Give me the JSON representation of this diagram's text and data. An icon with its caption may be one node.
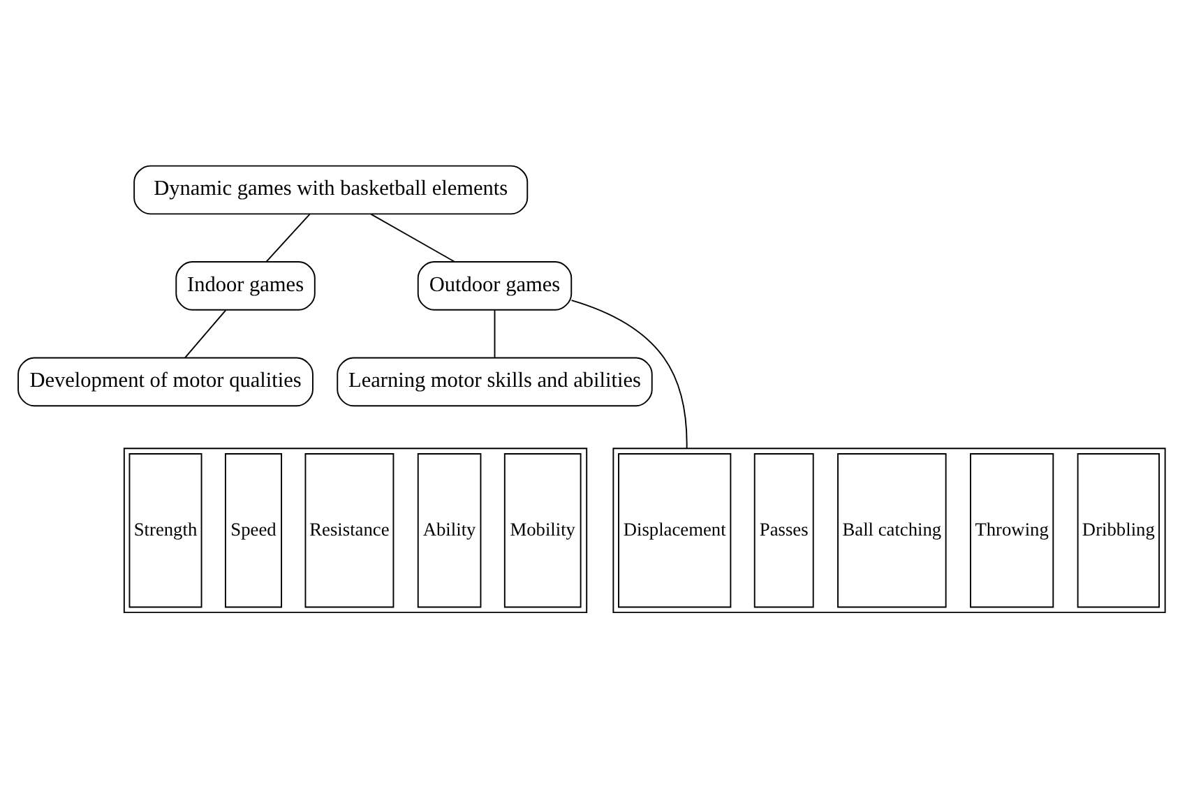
{
  "diagram": {
    "nodes": [
      {
        "text": [
          "Dynamic games with basketball elements"
        ]
      },
      {
        "text": [
          "Indoor games"
        ]
      },
      {
        "text": [
          "Outdoor games"
        ]
      },
      {
        "text": [
          "Development of motor qualities"
        ]
      },
      {
        "text": [
          "Learning motor skills and abilities"
        ]
      },
      {
        "text": [],
        "shape": "box"
      },
      {
        "text": [
          "Strength"
        ],
        "in": 5
      },
      {
        "text": [
          "Speed"
        ],
        "in": 5
      },
      {
        "text": [
          "Resistance"
        ],
        "in": 5
      },
      {
        "text": [
          "Ability"
        ],
        "in": 5
      },
      {
        "text": [
          "Mobility"
        ],
        "in": 5
      },
      {
        "text": [],
        "shape": "box"
      },
      {
        "text": [
          "Displacement"
        ],
        "in": 11
      },
      {
        "text": [
          "Passes"
        ],
        "in": 11
      },
      {
        "text": [
          "Ball catching"
        ],
        "in": 11
      },
      {
        "text": [
          "Throwing"
        ],
        "in": 11
      },
      {
        "text": [
          "Dribbling"
        ],
        "in": 11
      }
    ],
    "edges": [
      {
        "from": 0,
        "to": 1,
        "arrow": "none"
      },
      {
        "from": 0,
        "to": 2,
        "arrow": "none"
      },
      {
        "from": 1,
        "to": 3,
        "arrow": "none"
      },
      {
        "from": 2,
        "to": 4,
        "arrow": "none"
      },
      {
        "from": 2,
        "to": 11,
        "arrow": "none"
      }
    ]
  }
}
